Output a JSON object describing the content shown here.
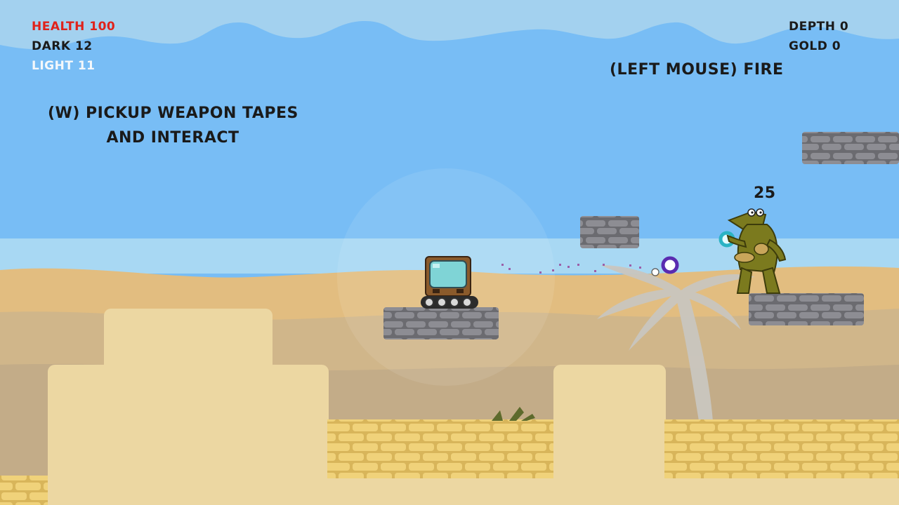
{
  "hud": {
    "health": "HEALTH 100",
    "dark": "DARK 12",
    "light": "LIGHT 11",
    "depth": "DEPTH 0",
    "gold": "GOLD 0"
  },
  "hints": {
    "pickup_line1": "(W) PICKUP WEAPON TAPES",
    "pickup_line2": "AND INTERACT",
    "fire": "(LEFT MOUSE) FIRE"
  },
  "enemy": {
    "health_value": "25"
  },
  "colors": {
    "health_text": "#e0221b",
    "dark_text": "#1a1a1a",
    "light_text": "#f4f8fb",
    "sky_top": "#9ccbec",
    "sky_mid": "#78bdf5",
    "stone": "#7f7f86",
    "sand_brick": "#e8c96a",
    "crocodile": "#7b7a1e"
  }
}
